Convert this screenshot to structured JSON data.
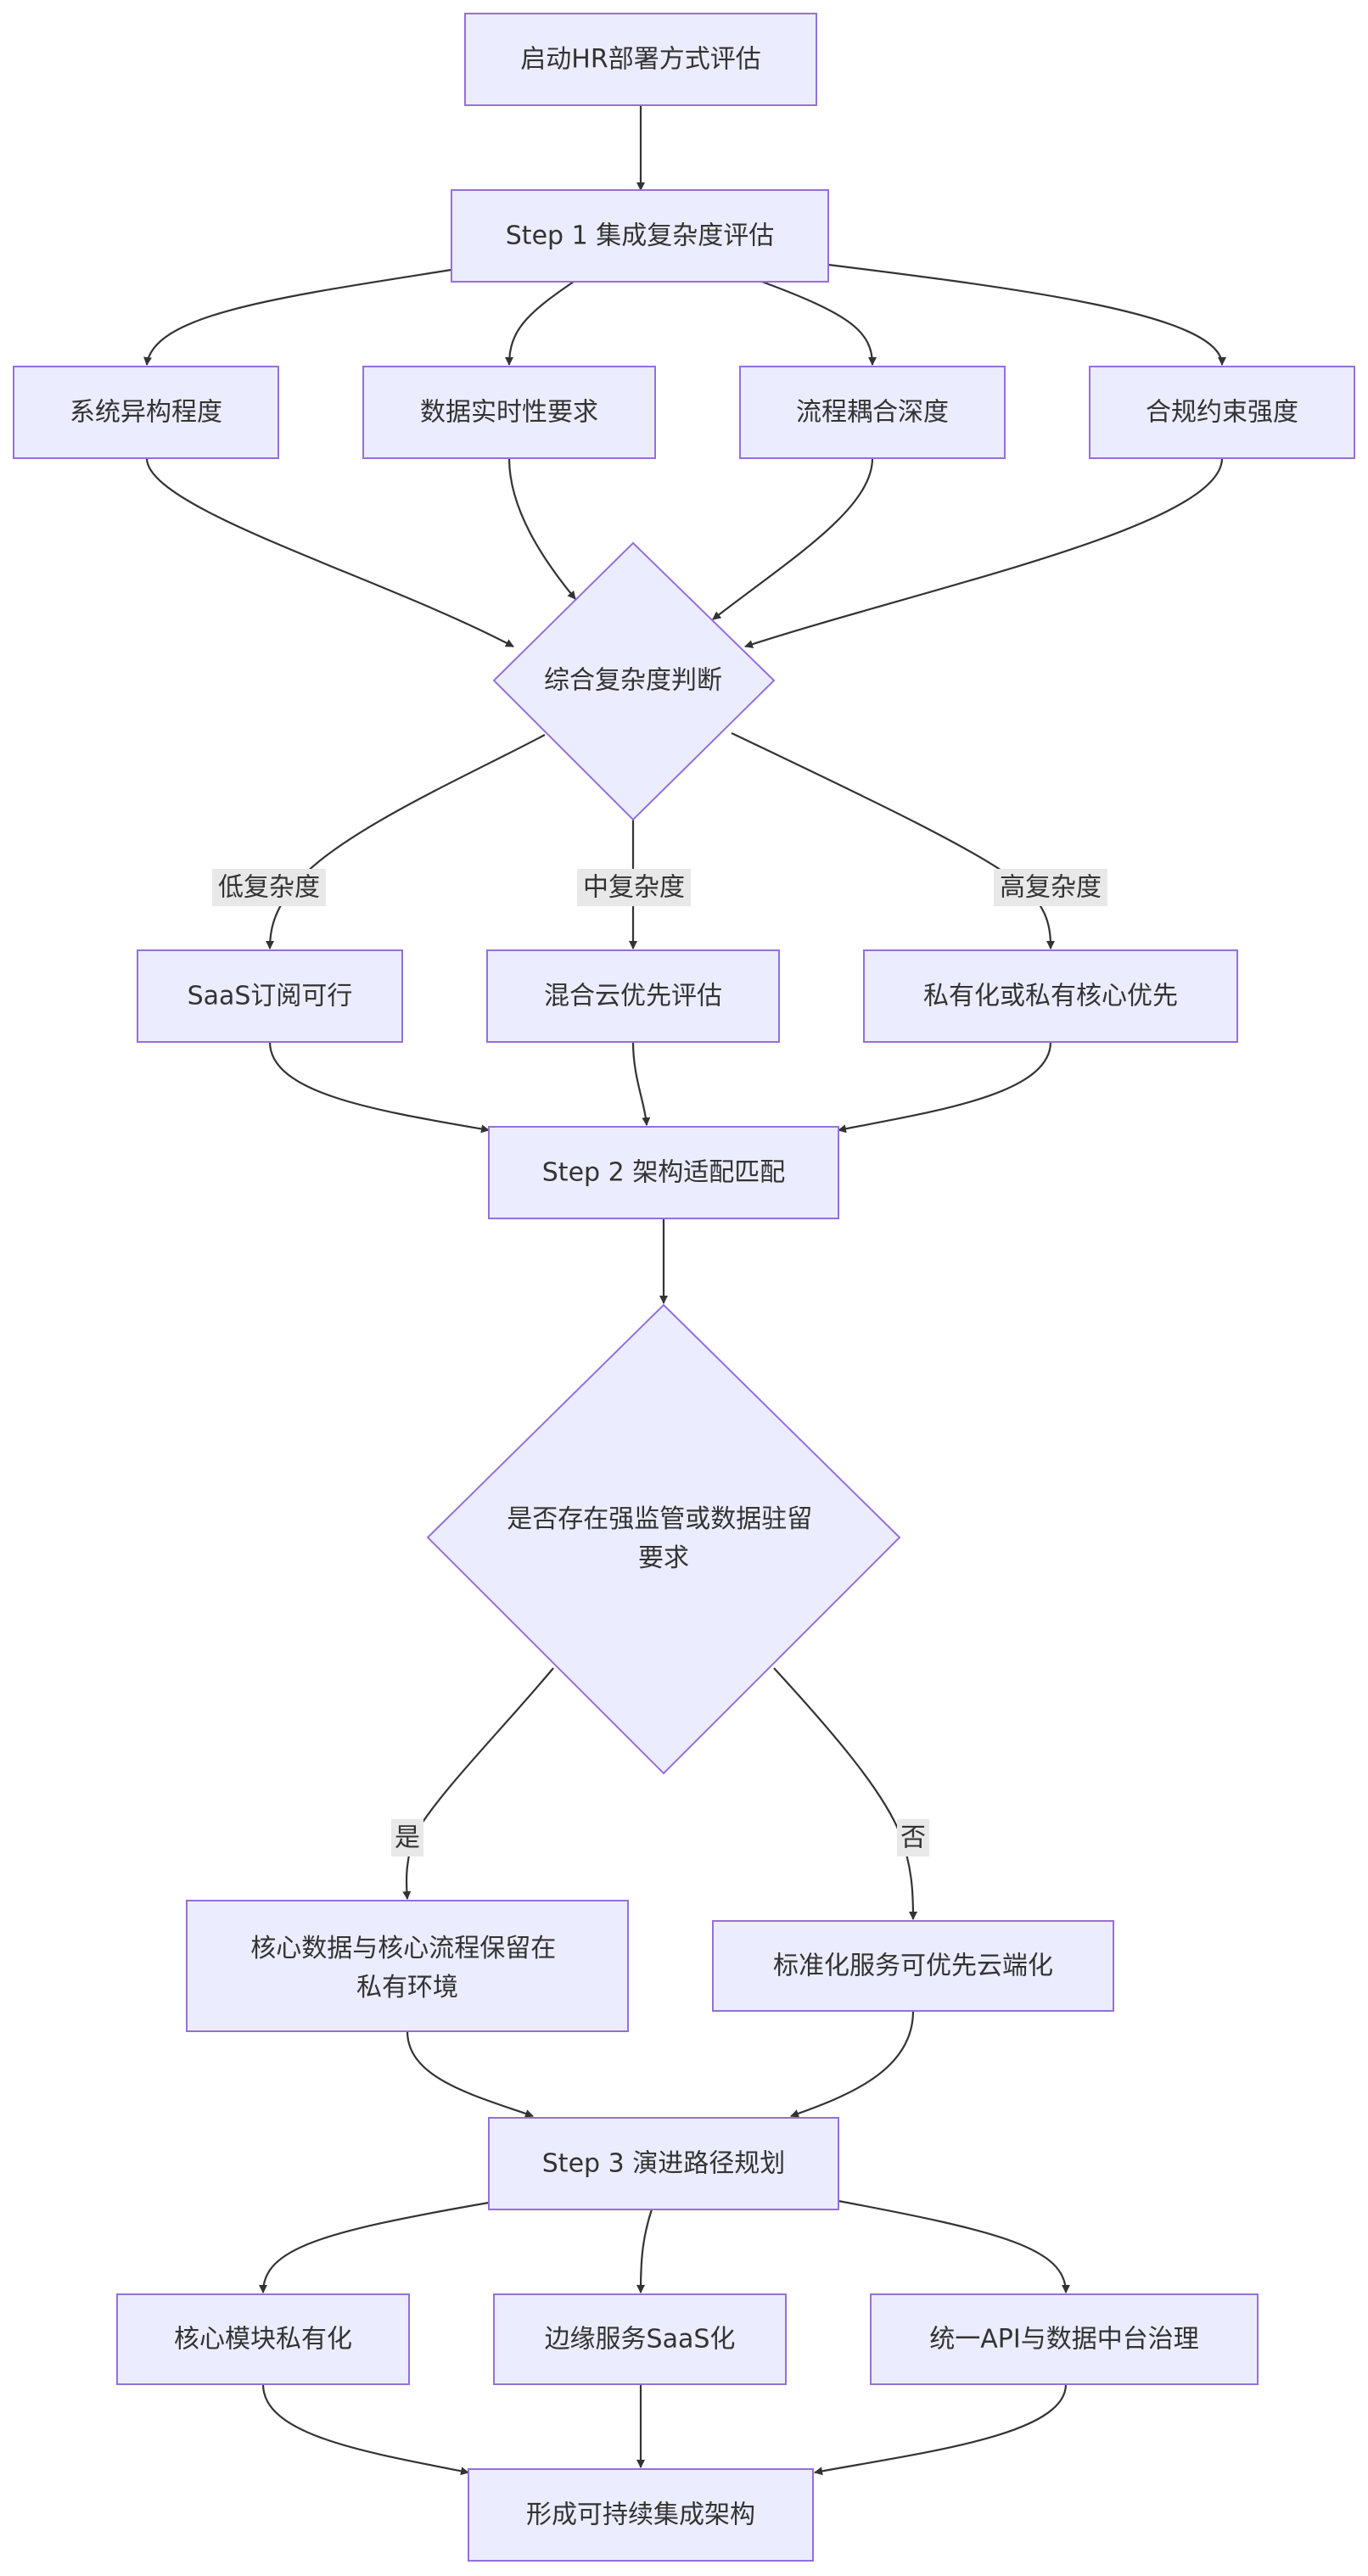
{
  "diagram": {
    "nodes": {
      "start": "启动HR部署方式评估",
      "step1": "Step 1 集成复杂度评估",
      "f1": "系统异构程度",
      "f2": "数据实时性要求",
      "f3": "流程耦合深度",
      "f4": "合规约束强度",
      "judge": "综合复杂度判断",
      "o_saas": "SaaS订阅可行",
      "o_hybrid": "混合云优先评估",
      "o_private": "私有化或私有核心优先",
      "step2": "Step 2 架构适配匹配",
      "q_reg": [
        "是否存在强监管或数据驻留",
        "要求"
      ],
      "keep_private": [
        "核心数据与核心流程保留在",
        "私有环境"
      ],
      "cloud_std": "标准化服务可优先云端化",
      "step3": "Step 3 演进路径规划",
      "p1": "核心模块私有化",
      "p2": "边缘服务SaaS化",
      "p3": "统一API与数据中台治理",
      "final": "形成可持续集成架构"
    },
    "edge_labels": {
      "low": "低复杂度",
      "mid": "中复杂度",
      "high": "高复杂度",
      "yes": "是",
      "no": "否"
    }
  }
}
